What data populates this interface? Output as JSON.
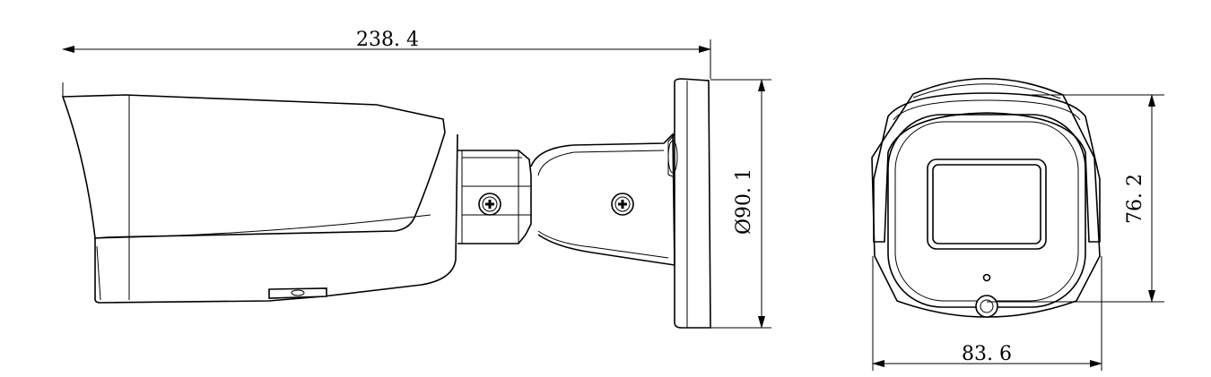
{
  "dimensions": {
    "length": "238. 4",
    "mount_diameter": "Ø90. 1",
    "front_height": "76. 2",
    "front_width": "83. 6"
  }
}
